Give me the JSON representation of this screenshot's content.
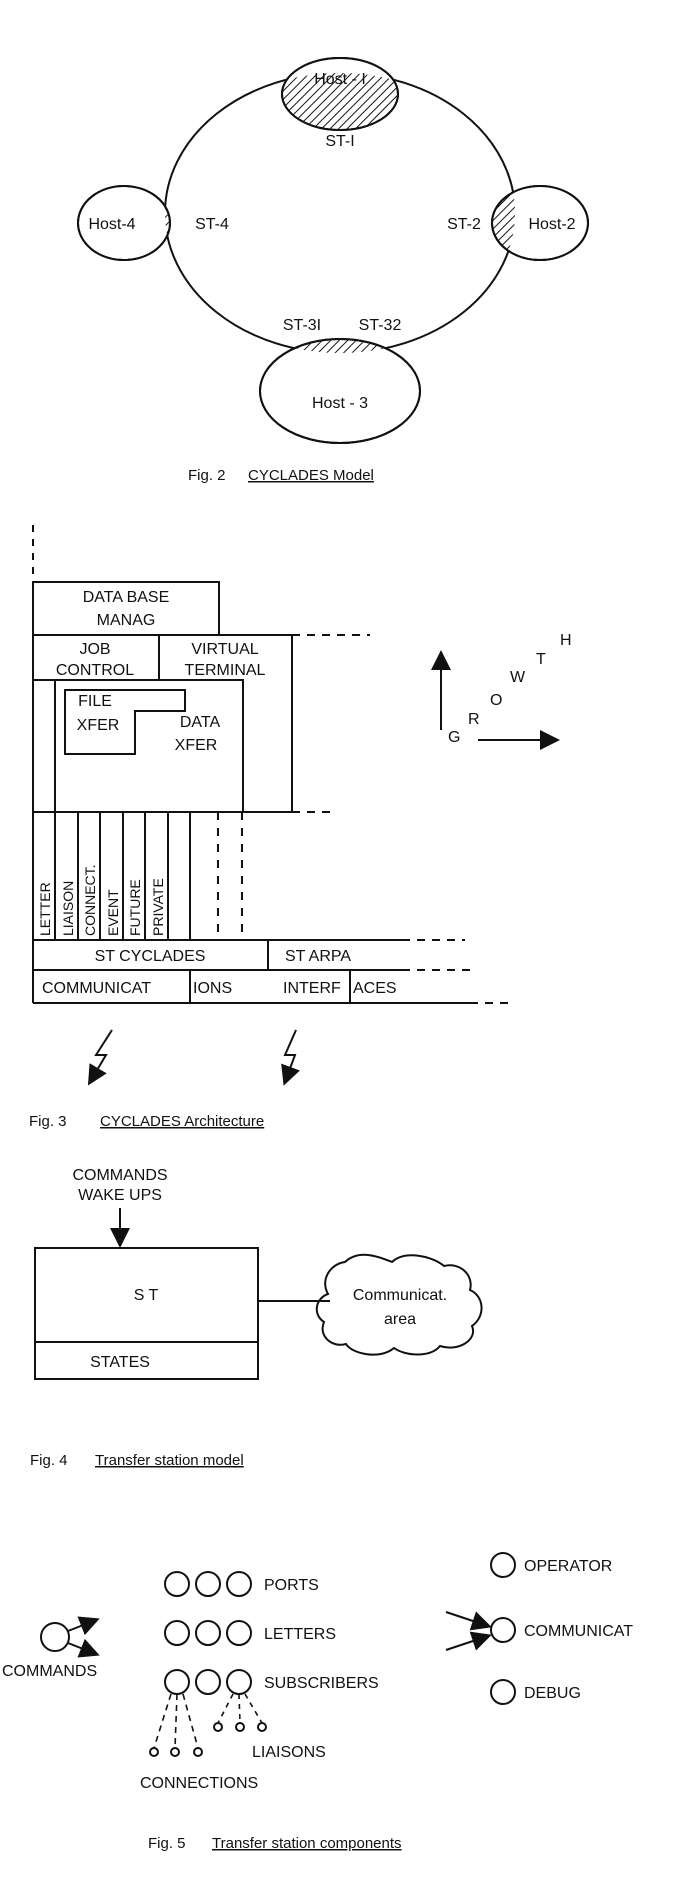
{
  "fig2": {
    "hosts": {
      "h1": "Host - I",
      "h2": "Host-2",
      "h3": "Host - 3",
      "h4": "Host-4"
    },
    "stations": {
      "st1": "ST-I",
      "st2": "ST-2",
      "st31": "ST-3I",
      "st32": "ST-32",
      "st4": "ST-4"
    },
    "caption_num": "Fig. 2",
    "caption_title": "CYCLADES  Model"
  },
  "fig3": {
    "db1": "DATA  BASE",
    "db2": "MANAG",
    "job1": "JOB",
    "job2": "CONTROL",
    "vt1": "VIRTUAL",
    "vt2": "TERMINAL",
    "file1": "FILE",
    "file2": "XFER",
    "data1": "DATA",
    "data2": "XFER",
    "vertical": [
      "LETTER",
      "LIAISON",
      "CONNECT.",
      "EVENT",
      "FUTURE",
      "PRIVATE"
    ],
    "st_cyclades": "ST  CYCLADES",
    "st_arpa": "ST  ARPA",
    "comm_a": "COMMUNICAT",
    "comm_b": "IONS",
    "comm_c": "INTERF",
    "comm_d": "ACES",
    "growth": [
      "G",
      "R",
      "O",
      "W",
      "T",
      "H"
    ],
    "caption_num": "Fig.  3",
    "caption_title": "CYCLADES   Architecture"
  },
  "fig4": {
    "commands": "COMMANDS",
    "wakeups": "WAKE  UPS",
    "st": "S T",
    "states": "STATES",
    "area1": "Communicat.",
    "area2": "area",
    "caption_num": "Fig.  4",
    "caption_title": "Transfer  station  model"
  },
  "fig5": {
    "ports": "PORTS",
    "letters": "LETTERS",
    "subscribers": "SUBSCRIBERS",
    "liaisons": "LIAISONS",
    "connections": "CONNECTIONS",
    "commands": "COMMANDS",
    "operator": "OPERATOR",
    "communicat": "COMMUNICAT",
    "debug": "DEBUG",
    "caption_num": "Fig.  5",
    "caption_title": "Transfer  station  components"
  }
}
